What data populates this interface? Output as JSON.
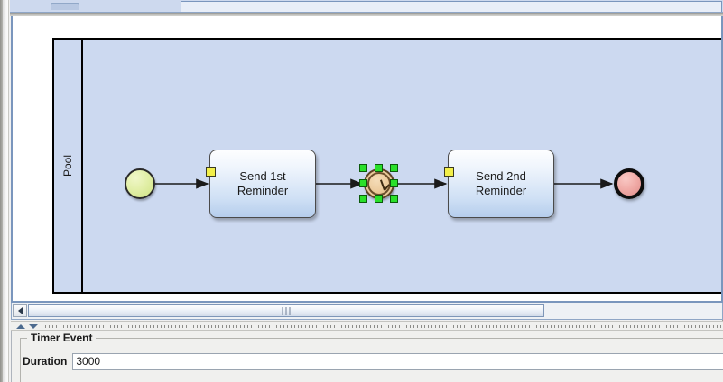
{
  "window": {
    "tab_stub_label": ""
  },
  "canvas": {
    "pool": {
      "label": "Pool"
    },
    "elements": [
      {
        "id": "start",
        "type": "start-event",
        "label": ""
      },
      {
        "id": "task1",
        "type": "task",
        "label": "Send 1st\nReminder",
        "marker": "message-marker"
      },
      {
        "id": "timer",
        "type": "timer-intermediate-event",
        "label": "",
        "selected": true
      },
      {
        "id": "task2",
        "type": "task",
        "label": "Send 2nd\nReminder",
        "marker": "message-marker"
      },
      {
        "id": "end",
        "type": "end-event",
        "label": ""
      }
    ]
  },
  "properties": {
    "group_title": "Timer Event",
    "duration_label": "Duration",
    "duration_value": "3000",
    "duration_placeholder": ""
  },
  "colors": {
    "pool_fill": "#ccd9f0",
    "task_fill_top": "#fdfeff",
    "task_fill_bottom": "#b5cdec",
    "start_event_fill": "#dcea97",
    "end_event_fill": "#f0aaa6",
    "timer_fill": "#eccb9d",
    "selection_handle": "#2ae02a",
    "marker_yellow": "#f2ef4a",
    "panel_bg": "#f0f0ee"
  }
}
